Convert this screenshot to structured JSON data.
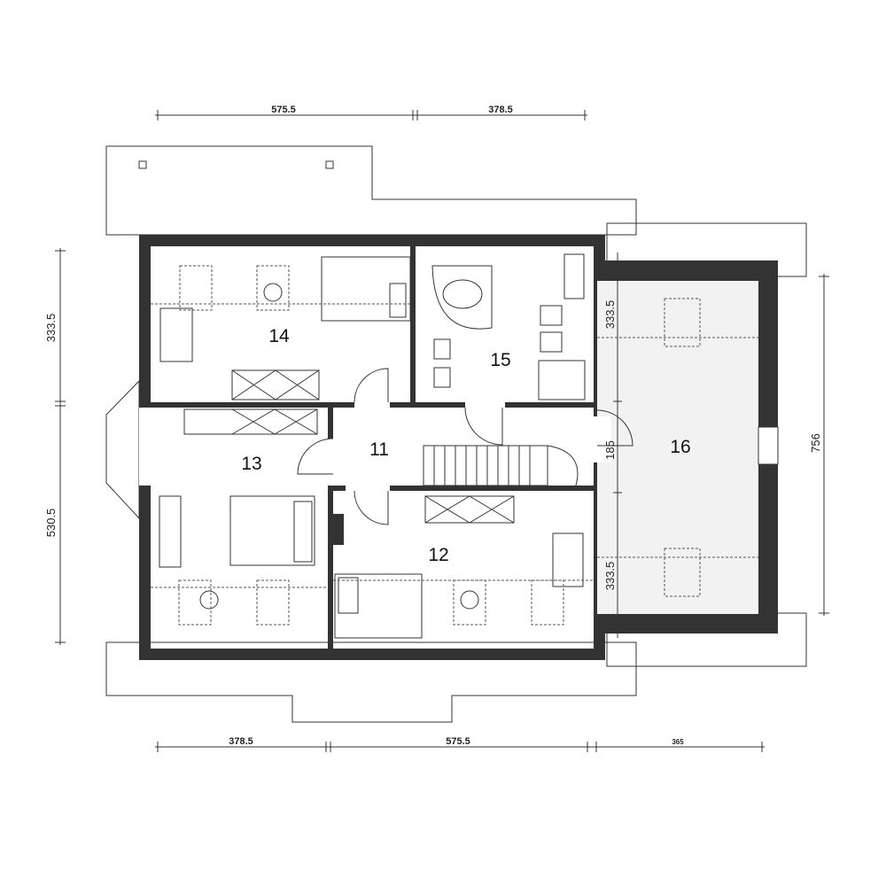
{
  "dimensions": {
    "top": [
      "575.5",
      "378.5"
    ],
    "bottom": [
      "378.5",
      "575.5",
      "365"
    ],
    "left": [
      "333.5",
      "530.5"
    ],
    "right": "756",
    "inner": [
      "333.5",
      "185",
      "333.5"
    ]
  },
  "rooms": [
    "11",
    "12",
    "13",
    "14",
    "15",
    "16"
  ],
  "colors": {
    "wall": "#333333",
    "garage_floor": "#f2f2f2"
  }
}
